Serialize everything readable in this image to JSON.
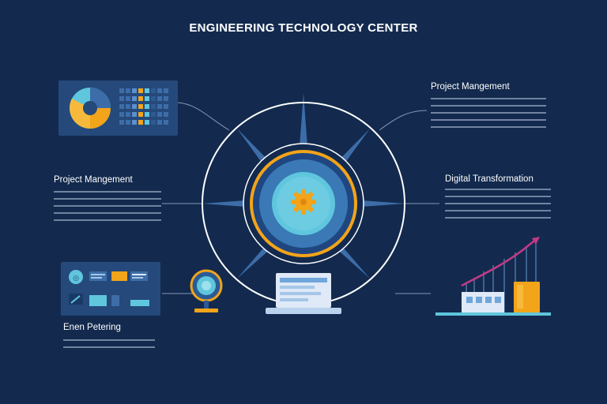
{
  "title": "ENGINEERING TECHNOLOGY CENTER",
  "labels": {
    "top_right": "Project Mangement",
    "mid_left": "Project Mangement",
    "mid_right": "Digital Transformation",
    "bottom_left": "Enen Petering"
  },
  "colors": {
    "background": "#132a4e",
    "accent_orange": "#f2a41a",
    "accent_cyan": "#5fc6dd",
    "accent_blue": "#3d6da8",
    "accent_magenta": "#c23a86",
    "line": "#9fb3cf"
  },
  "icons": [
    "pie-chart-icon",
    "gear-icon",
    "laptop-icon",
    "lens-icon",
    "growth-chart-icon",
    "dashboard-icon"
  ]
}
